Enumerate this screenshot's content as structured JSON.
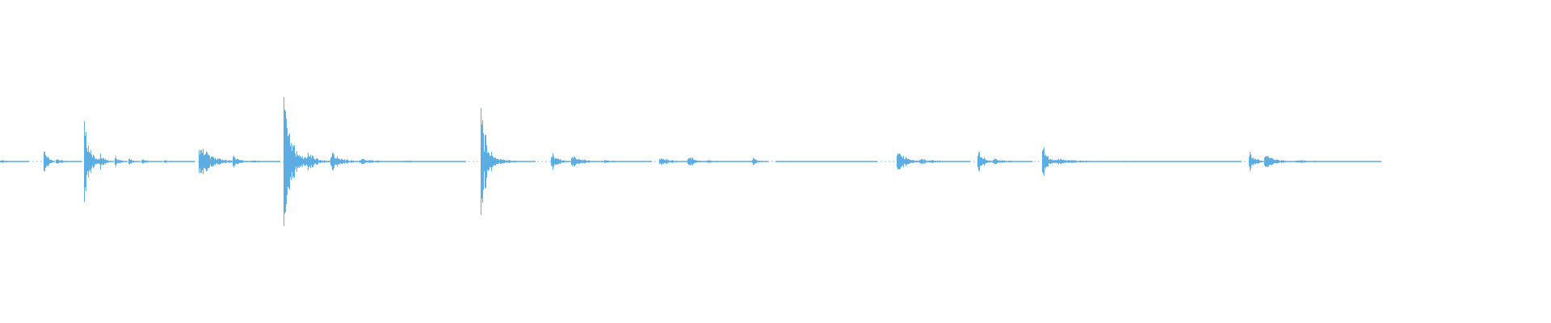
{
  "waveform": {
    "color": "#5dade2",
    "background": "#ffffff",
    "envelope": [
      0.005,
      0.005,
      0.004,
      0.004,
      0.005,
      0.006,
      0.005,
      0.004,
      0.005,
      0.006,
      0.004,
      0.005,
      0.004,
      0.005,
      0.006,
      0.005,
      0.004,
      0.006,
      0.005,
      0.004,
      0.005,
      0.004,
      0.005,
      0.006,
      0.004,
      0.005,
      0.006,
      0.004,
      0.005,
      0.006,
      0.004,
      0.005,
      0.006,
      0.004,
      0.005,
      0.006,
      0.004,
      0.005,
      0.006,
      0.004,
      0.005,
      0.006,
      0.004,
      0.005,
      0.006,
      0.004,
      0.005,
      0.006,
      0.004,
      0.005
    ],
    "segments": [
      {
        "start": 0.0,
        "end": 0.018,
        "peak": 0.01
      },
      {
        "start": 0.028,
        "end": 0.035,
        "peak": 0.1
      },
      {
        "start": 0.036,
        "end": 0.052,
        "peak": 0.02
      },
      {
        "start": 0.054,
        "end": 0.064,
        "peak": 0.25
      },
      {
        "start": 0.064,
        "end": 0.073,
        "peak": 0.06
      },
      {
        "start": 0.074,
        "end": 0.082,
        "peak": 0.04
      },
      {
        "start": 0.083,
        "end": 0.09,
        "peak": 0.03
      },
      {
        "start": 0.091,
        "end": 0.104,
        "peak": 0.02
      },
      {
        "start": 0.105,
        "end": 0.125,
        "peak": 0.01
      },
      {
        "start": 0.128,
        "end": 0.15,
        "peak": 0.12
      },
      {
        "start": 0.15,
        "end": 0.162,
        "peak": 0.05
      },
      {
        "start": 0.162,
        "end": 0.18,
        "peak": 0.01
      },
      {
        "start": 0.183,
        "end": 0.198,
        "peak": 0.4
      },
      {
        "start": 0.198,
        "end": 0.213,
        "peak": 0.08
      },
      {
        "start": 0.213,
        "end": 0.232,
        "peak": 0.07
      },
      {
        "start": 0.232,
        "end": 0.26,
        "peak": 0.02
      },
      {
        "start": 0.26,
        "end": 0.3,
        "peak": 0.008
      },
      {
        "start": 0.31,
        "end": 0.322,
        "peak": 0.33
      },
      {
        "start": 0.322,
        "end": 0.345,
        "peak": 0.02
      },
      {
        "start": 0.355,
        "end": 0.368,
        "peak": 0.06
      },
      {
        "start": 0.368,
        "end": 0.388,
        "peak": 0.04
      },
      {
        "start": 0.388,
        "end": 0.42,
        "peak": 0.01
      },
      {
        "start": 0.425,
        "end": 0.445,
        "peak": 0.03
      },
      {
        "start": 0.443,
        "end": 0.455,
        "peak": 0.05
      },
      {
        "start": 0.455,
        "end": 0.485,
        "peak": 0.01
      },
      {
        "start": 0.485,
        "end": 0.495,
        "peak": 0.03
      },
      {
        "start": 0.5,
        "end": 0.565,
        "peak": 0.005
      },
      {
        "start": 0.578,
        "end": 0.592,
        "peak": 0.1
      },
      {
        "start": 0.592,
        "end": 0.625,
        "peak": 0.02
      },
      {
        "start": 0.63,
        "end": 0.64,
        "peak": 0.08
      },
      {
        "start": 0.64,
        "end": 0.665,
        "peak": 0.02
      },
      {
        "start": 0.672,
        "end": 0.68,
        "peak": 0.14
      },
      {
        "start": 0.68,
        "end": 0.725,
        "peak": 0.02
      },
      {
        "start": 0.725,
        "end": 0.8,
        "peak": 0.004
      },
      {
        "start": 0.805,
        "end": 0.815,
        "peak": 0.08
      },
      {
        "start": 0.815,
        "end": 0.835,
        "peak": 0.05
      },
      {
        "start": 0.835,
        "end": 0.89,
        "peak": 0.01
      }
    ]
  }
}
